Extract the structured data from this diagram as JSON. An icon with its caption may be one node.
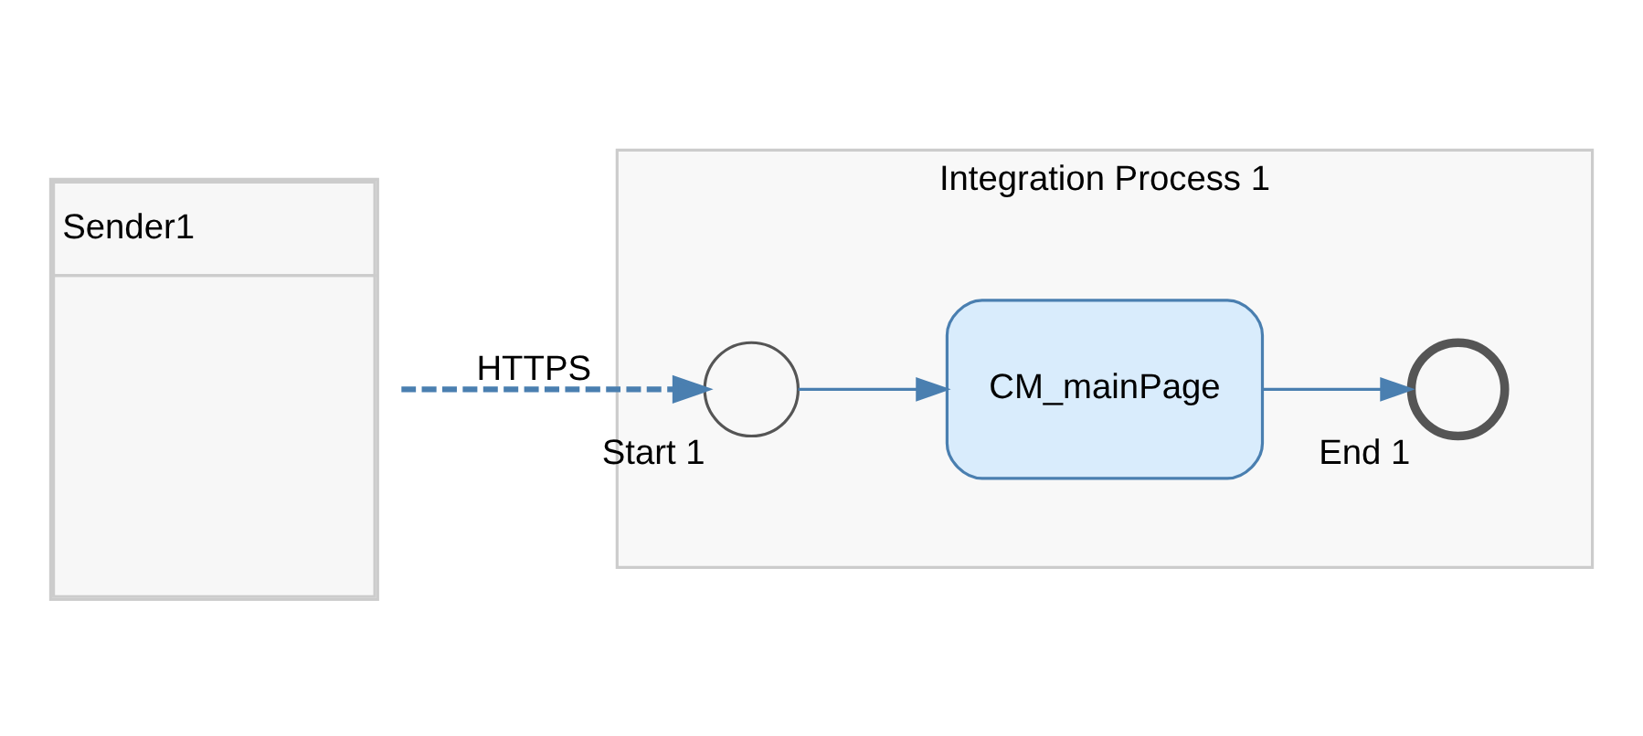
{
  "diagram": {
    "nodes": [
      {
        "text": [
          "Sender1"
        ]
      },
      {
        "text": [
          "Integration Process 1"
        ]
      },
      {
        "text": [
          "Start 1"
        ],
        "in": 1
      },
      {
        "text": [
          "CM_mainPage"
        ],
        "in": 1
      },
      {
        "text": [
          "End 1"
        ],
        "in": 1
      }
    ],
    "edges": [
      {
        "from": 0,
        "to": 2,
        "arrow": "to",
        "label": "HTTPS",
        "style": "dashed"
      },
      {
        "from": 2,
        "to": 3,
        "arrow": "to"
      },
      {
        "from": 3,
        "to": 4,
        "arrow": "to"
      }
    ]
  }
}
